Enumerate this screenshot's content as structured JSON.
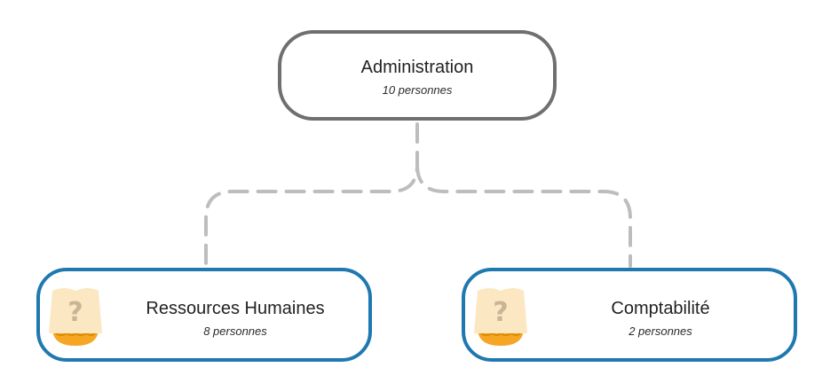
{
  "org_chart": {
    "root": {
      "title": "Administration",
      "subtitle": "10 personnes"
    },
    "children": [
      {
        "title": "Ressources Humaines",
        "subtitle": "8 personnes",
        "icon": "unknown-person-icon"
      },
      {
        "title": "Comptabilité",
        "subtitle": "2 personnes",
        "icon": "unknown-person-icon"
      }
    ]
  },
  "colors": {
    "root_border": "#6f6f6f",
    "child_border": "#1f78b0",
    "connector": "#bdbdbd",
    "avatar_face": "#f5a623",
    "avatar_card": "#fbe7c2",
    "avatar_mark": "#c9b596"
  }
}
